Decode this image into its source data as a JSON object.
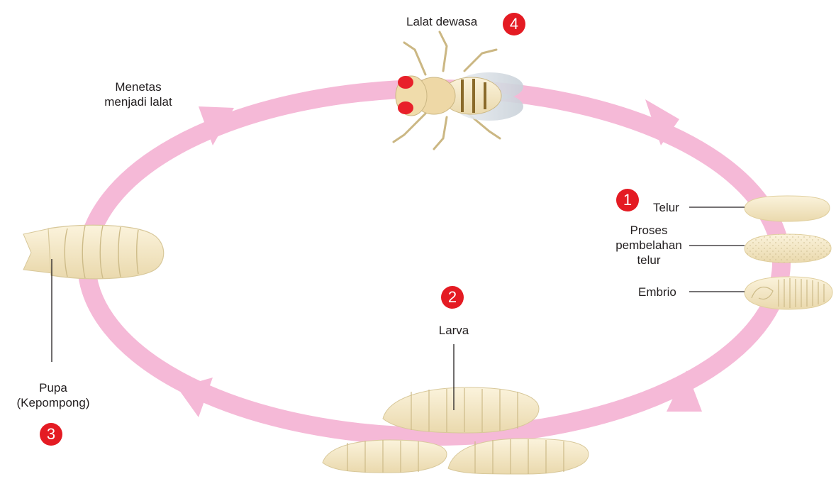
{
  "stages": {
    "adult": {
      "number": "4",
      "label": "Lalat dewasa"
    },
    "hatch": {
      "line1": "Menetas",
      "line2": "menjadi lalat"
    },
    "egg": {
      "number": "1",
      "label": "Telur"
    },
    "cleavage": {
      "line1": "Proses",
      "line2": "pembelahan",
      "line3": "telur"
    },
    "embryo": {
      "label": "Embrio"
    },
    "larva": {
      "number": "2",
      "label": "Larva"
    },
    "pupa": {
      "number": "3",
      "line1": "Pupa",
      "line2": "(Kepompong)"
    }
  },
  "colors": {
    "cycle_arrow": "#f5b9d7",
    "badge": "#e41b23",
    "body_cream": "#f7eccb",
    "fly_eye": "#e8202a"
  }
}
